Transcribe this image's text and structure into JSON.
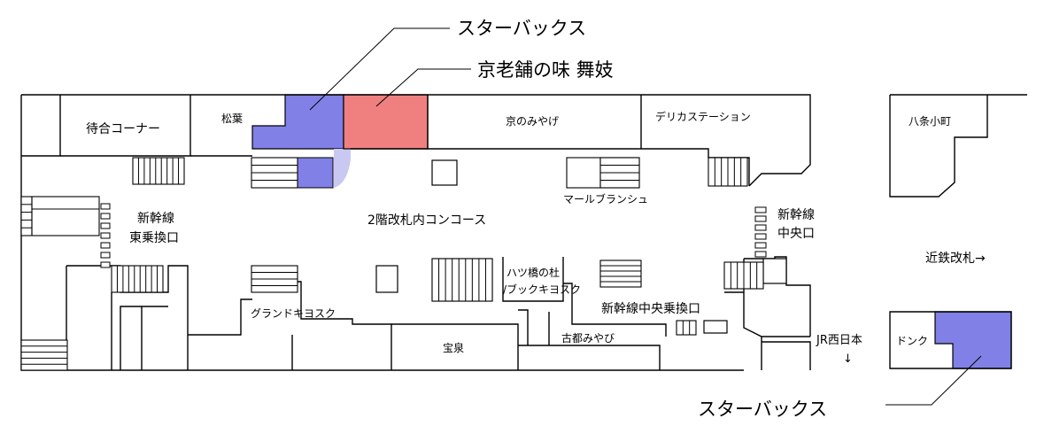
{
  "colors": {
    "starbucks": "#8080e6",
    "starbucks_light": "#c8c8f2",
    "maiko": "#f08080",
    "line": "#000000"
  },
  "callouts": {
    "starbucks_top": "スターバックス",
    "maiko": "京老舗の味 舞妓",
    "starbucks_bottom": "スターバックス"
  },
  "areas": {
    "waiting": "待合コーナー",
    "matsuba": "松葉",
    "kyo_miyage": "京のみやげ",
    "deli": "デリカステーション",
    "concourse": "2階改札内コンコース",
    "marle": "マールブランシュ",
    "shinkansen_east_1": "新幹線",
    "shinkansen_east_2": "東乗換口",
    "shinkansen_center_1": "新幹線",
    "shinkansen_center_2": "中央口",
    "hachijo": "八条小町",
    "kintetsu": "近鉄改札→",
    "grand_kiosk": "グランドキヨスク",
    "hatsuhashi_1": "ハツ橋の杜",
    "hatsuhashi_2": "/ブックキヨスク",
    "center_transfer": "新幹線中央乗換口",
    "kotomiyabi": "古都みやび",
    "housen": "宝泉",
    "jr_west_1": "JR西日本",
    "jr_west_2": "↓",
    "donq": "ドンク"
  }
}
